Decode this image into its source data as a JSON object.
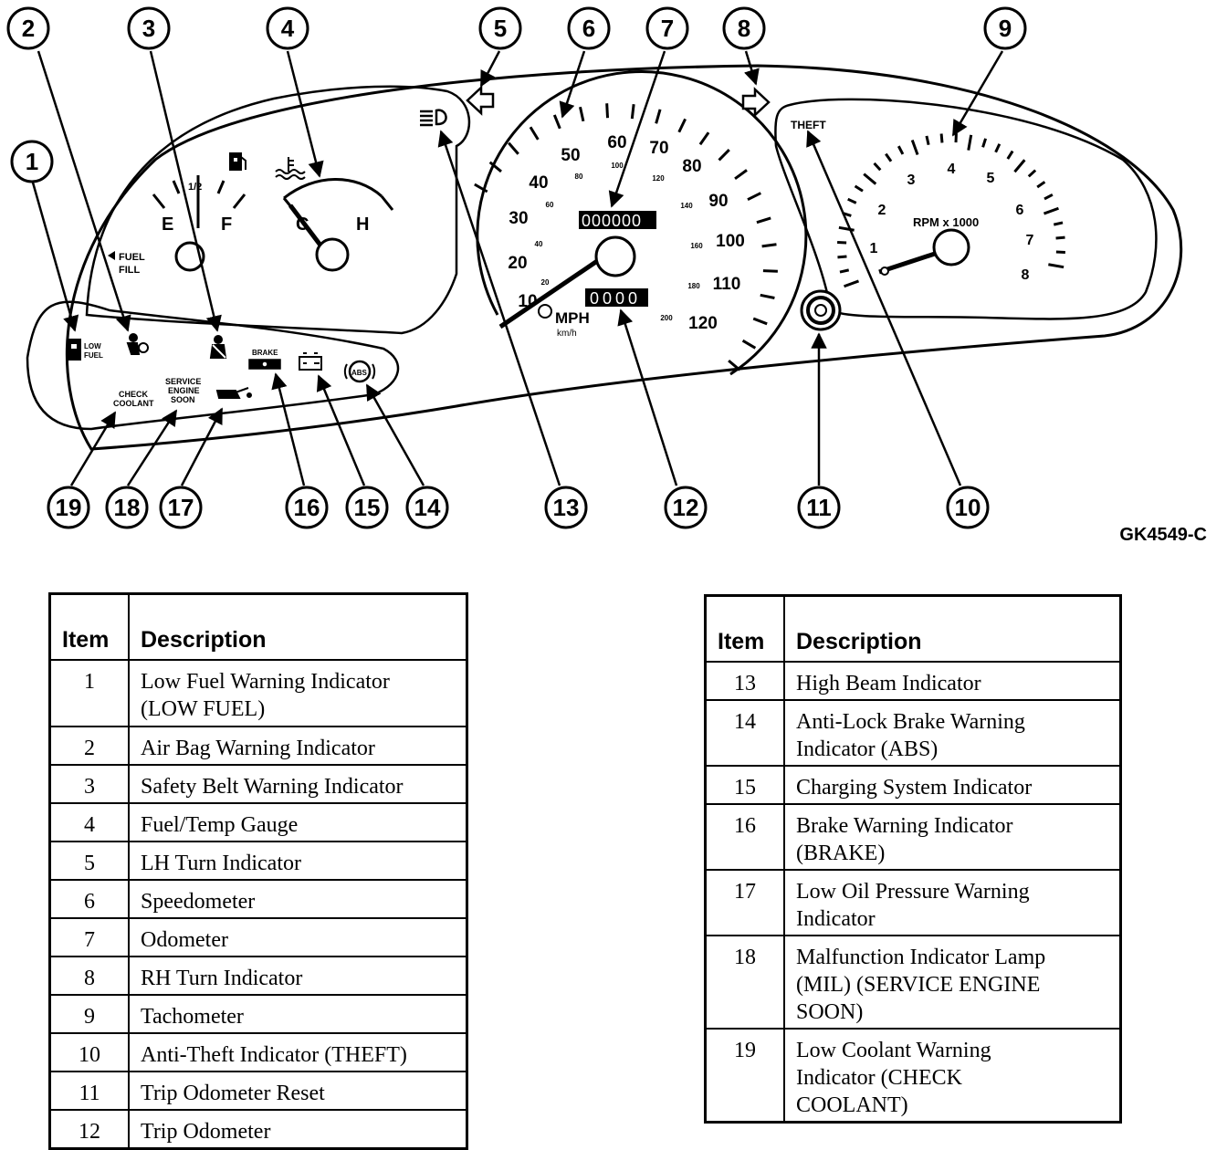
{
  "figure": {
    "id": "GK4549-C",
    "callouts": [
      "1",
      "2",
      "3",
      "4",
      "5",
      "6",
      "7",
      "8",
      "9",
      "10",
      "11",
      "12",
      "13",
      "14",
      "15",
      "16",
      "17",
      "18",
      "19"
    ],
    "gauge_labels": {
      "fuel_empty": "E",
      "fuel_half": "1/2",
      "fuel_full": "F",
      "fuel_fill_line1": "FUEL",
      "fuel_fill_line2": "FILL",
      "temp_cold": "C",
      "temp_hot": "H",
      "mph_ticks": [
        "10",
        "20",
        "30",
        "40",
        "50",
        "60",
        "70",
        "80",
        "90",
        "100",
        "110",
        "120"
      ],
      "kmh_ticks": [
        "20",
        "40",
        "60",
        "80",
        "100",
        "120",
        "140",
        "160",
        "180",
        "200"
      ],
      "speed_unit": "MPH",
      "speed_unit_metric": "km/h",
      "odometer": "000000",
      "trip_odometer": "0000",
      "tach_ticks": [
        "1",
        "2",
        "3",
        "4",
        "5",
        "6",
        "7",
        "8"
      ],
      "tach_unit": "RPM x 1000",
      "theft": "THEFT"
    },
    "indicator_labels": {
      "low_fuel_line1": "LOW",
      "low_fuel_line2": "FUEL",
      "check_coolant_line1": "CHECK",
      "check_coolant_line2": "COOLANT",
      "service_line1": "SERVICE",
      "service_line2": "ENGINE",
      "service_line3": "SOON",
      "brake": "BRAKE",
      "abs": "ABS"
    }
  },
  "tables": {
    "header_item": "Item",
    "header_description": "Description",
    "left": [
      {
        "item": "1",
        "lines": [
          "Low Fuel Warning Indicator",
          "(LOW FUEL)"
        ]
      },
      {
        "item": "2",
        "lines": [
          "Air Bag Warning Indicator"
        ]
      },
      {
        "item": "3",
        "lines": [
          "Safety Belt Warning Indicator"
        ]
      },
      {
        "item": "4",
        "lines": [
          "Fuel/Temp Gauge"
        ]
      },
      {
        "item": "5",
        "lines": [
          "LH Turn Indicator"
        ]
      },
      {
        "item": "6",
        "lines": [
          "Speedometer"
        ]
      },
      {
        "item": "7",
        "lines": [
          "Odometer"
        ]
      },
      {
        "item": "8",
        "lines": [
          "RH Turn Indicator"
        ]
      },
      {
        "item": "9",
        "lines": [
          "Tachometer"
        ]
      },
      {
        "item": "10",
        "lines": [
          "Anti-Theft Indicator (THEFT)"
        ]
      },
      {
        "item": "11",
        "lines": [
          "Trip Odometer Reset"
        ]
      },
      {
        "item": "12",
        "lines": [
          "Trip Odometer"
        ]
      }
    ],
    "right": [
      {
        "item": "13",
        "lines": [
          "High Beam Indicator"
        ]
      },
      {
        "item": "14",
        "lines": [
          "Anti-Lock Brake Warning",
          "Indicator (ABS)"
        ]
      },
      {
        "item": "15",
        "lines": [
          "Charging System Indicator"
        ]
      },
      {
        "item": "16",
        "lines": [
          "Brake Warning Indicator",
          "(BRAKE)"
        ]
      },
      {
        "item": "17",
        "lines": [
          "Low Oil Pressure Warning",
          "Indicator"
        ]
      },
      {
        "item": "18",
        "lines": [
          "Malfunction Indicator Lamp",
          "(MIL) (SERVICE ENGINE",
          "SOON)"
        ]
      },
      {
        "item": "19",
        "lines": [
          "Low Coolant Warning",
          "Indicator (CHECK",
          "COOLANT)"
        ]
      }
    ]
  }
}
